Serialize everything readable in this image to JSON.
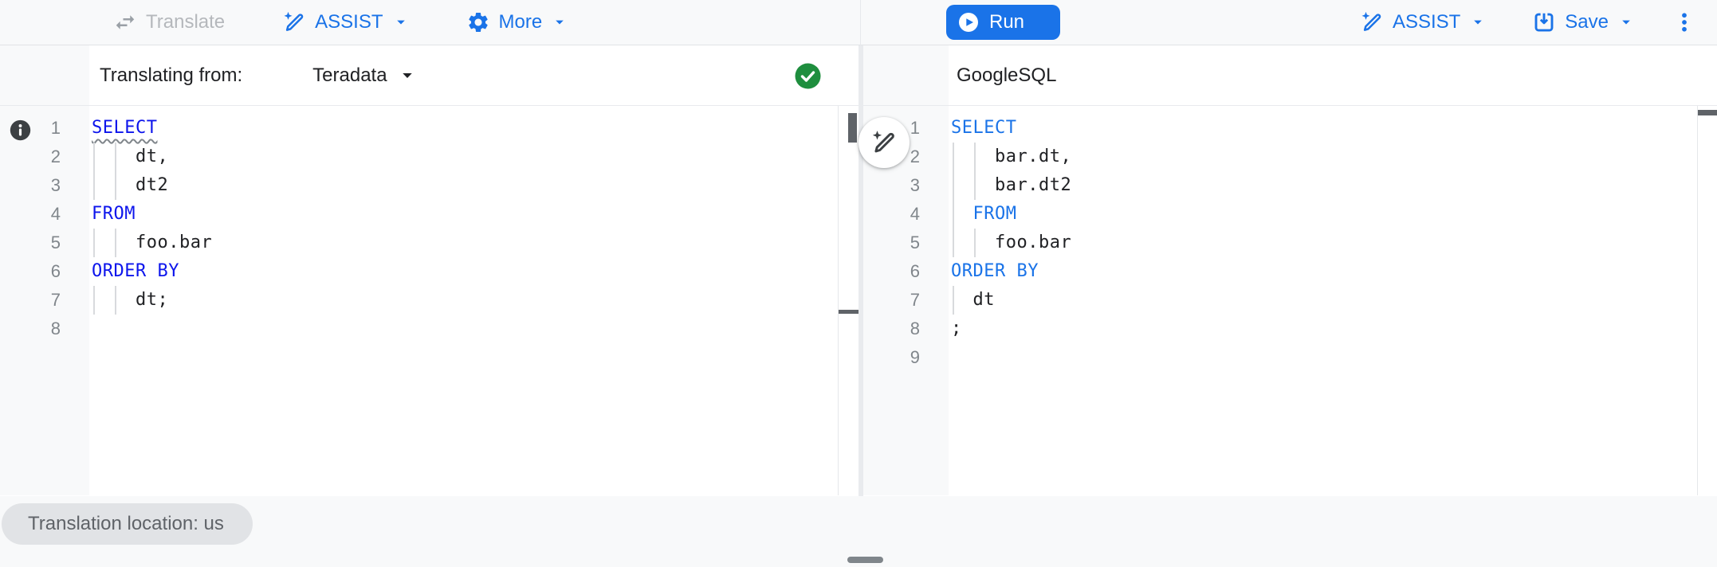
{
  "toolbar": {
    "translate_label": "Translate",
    "assist_label": "ASSIST",
    "more_label": "More",
    "run_label": "Run",
    "save_label": "Save"
  },
  "left_panel": {
    "header_label": "Translating from:",
    "source_dialect": "Teradata",
    "status_icon": "green-check",
    "editor": {
      "keyword_color": "#0d15ec",
      "plain_color": "#202124",
      "lines": [
        {
          "guides": 0,
          "segments": [
            {
              "text": "SELECT",
              "type": "keyword",
              "squiggle": true
            }
          ]
        },
        {
          "guides": 2,
          "segments": [
            {
              "text": "    dt,",
              "type": "plain"
            }
          ]
        },
        {
          "guides": 2,
          "segments": [
            {
              "text": "    dt2",
              "type": "plain"
            }
          ]
        },
        {
          "guides": 0,
          "segments": [
            {
              "text": "FROM",
              "type": "keyword"
            }
          ]
        },
        {
          "guides": 2,
          "segments": [
            {
              "text": "    foo.bar",
              "type": "plain"
            }
          ]
        },
        {
          "guides": 0,
          "segments": [
            {
              "text": "ORDER BY",
              "type": "keyword"
            }
          ]
        },
        {
          "guides": 2,
          "segments": [
            {
              "text": "    dt;",
              "type": "plain"
            }
          ]
        },
        {
          "guides": 0,
          "segments": []
        }
      ]
    }
  },
  "right_panel": {
    "header_label": "GoogleSQL",
    "editor": {
      "keyword_color": "#1a73e8",
      "plain_color": "#202124",
      "lines": [
        {
          "guides": 0,
          "segments": [
            {
              "text": "SELECT",
              "type": "keyword"
            }
          ]
        },
        {
          "guides": 2,
          "segments": [
            {
              "text": "    bar.dt,",
              "type": "plain"
            }
          ]
        },
        {
          "guides": 2,
          "segments": [
            {
              "text": "    bar.dt2",
              "type": "plain"
            }
          ]
        },
        {
          "guides": 1,
          "segments": [
            {
              "text": "  ",
              "type": "plain"
            },
            {
              "text": "FROM",
              "type": "keyword"
            }
          ]
        },
        {
          "guides": 2,
          "segments": [
            {
              "text": "    foo.bar",
              "type": "plain"
            }
          ]
        },
        {
          "guides": 0,
          "segments": [
            {
              "text": "ORDER BY",
              "type": "keyword"
            }
          ]
        },
        {
          "guides": 1,
          "segments": [
            {
              "text": "  dt",
              "type": "plain"
            }
          ]
        },
        {
          "guides": 0,
          "segments": [
            {
              "text": ";",
              "type": "plain"
            }
          ]
        },
        {
          "guides": 0,
          "segments": []
        }
      ]
    }
  },
  "footer": {
    "location_chip": "Translation location: us"
  },
  "colors": {
    "accent_blue": "#1a73e8",
    "disabled_gray": "#9aa0a6",
    "success_green": "#1e8e3e",
    "chip_bg": "#e1e3e6",
    "gutter_bg": "#f8f9fa"
  }
}
